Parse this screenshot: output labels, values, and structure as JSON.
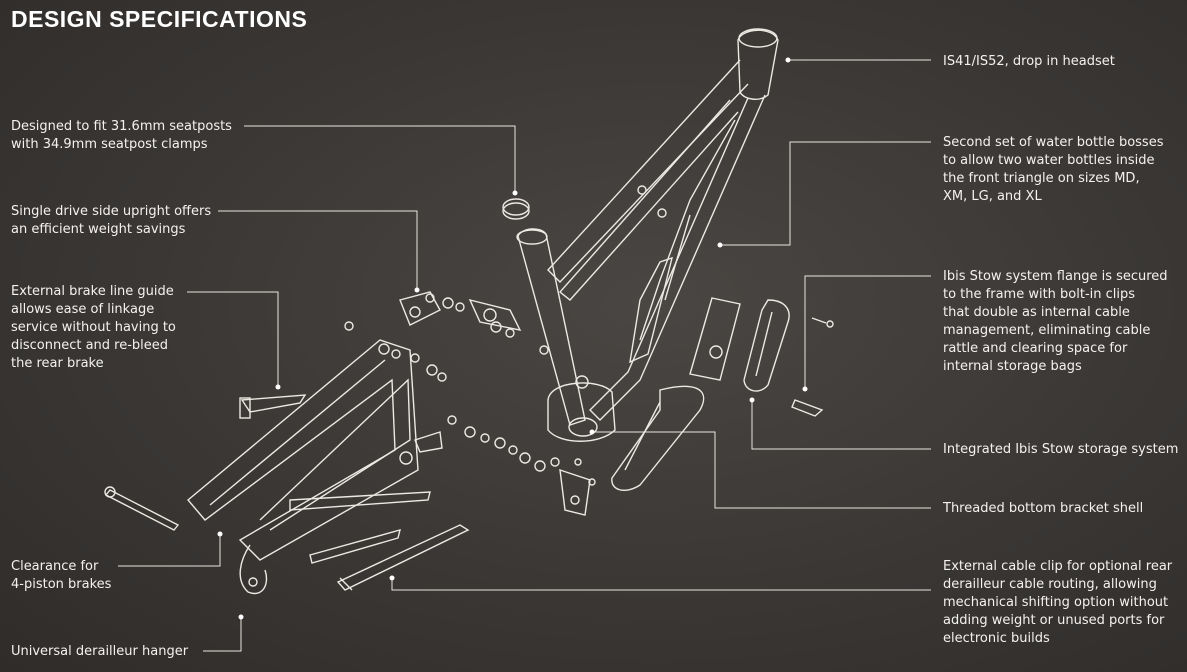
{
  "title": "DESIGN SPECIFICATIONS",
  "callouts": {
    "seatpost": "Designed to fit 31.6mm seatposts\nwith 34.9mm seatpost clamps",
    "upright": "Single drive side upright offers\nan efficient weight savings",
    "brake_guide": "External brake line guide\nallows ease of linkage\nservice without having to\ndisconnect and re-bleed\nthe rear brake",
    "clearance": "Clearance for\n4-piston brakes",
    "hanger": "Universal derailleur hanger",
    "headset": "IS41/IS52, drop in headset",
    "bottle_bosses": "Second set of water bottle bosses\nto allow two water bottles inside\nthe front triangle on sizes MD,\nXM, LG, and XL",
    "stow_flange": "Ibis Stow system flange is secured\nto the frame with bolt-in clips\nthat double as internal cable\nmanagement, eliminating cable\nrattle and clearing space for\ninternal storage bags",
    "stow_storage": "Integrated Ibis Stow storage system",
    "bb_shell": "Threaded bottom bracket shell",
    "cable_clip": "External cable clip for optional rear\nderailleur cable routing, allowing\nmechanical shifting option without\nadding weight or unused ports for\nelectronic builds"
  },
  "colors": {
    "background": "#3a3735",
    "line": "#e9e6e0",
    "text": "#f4f2ee"
  }
}
